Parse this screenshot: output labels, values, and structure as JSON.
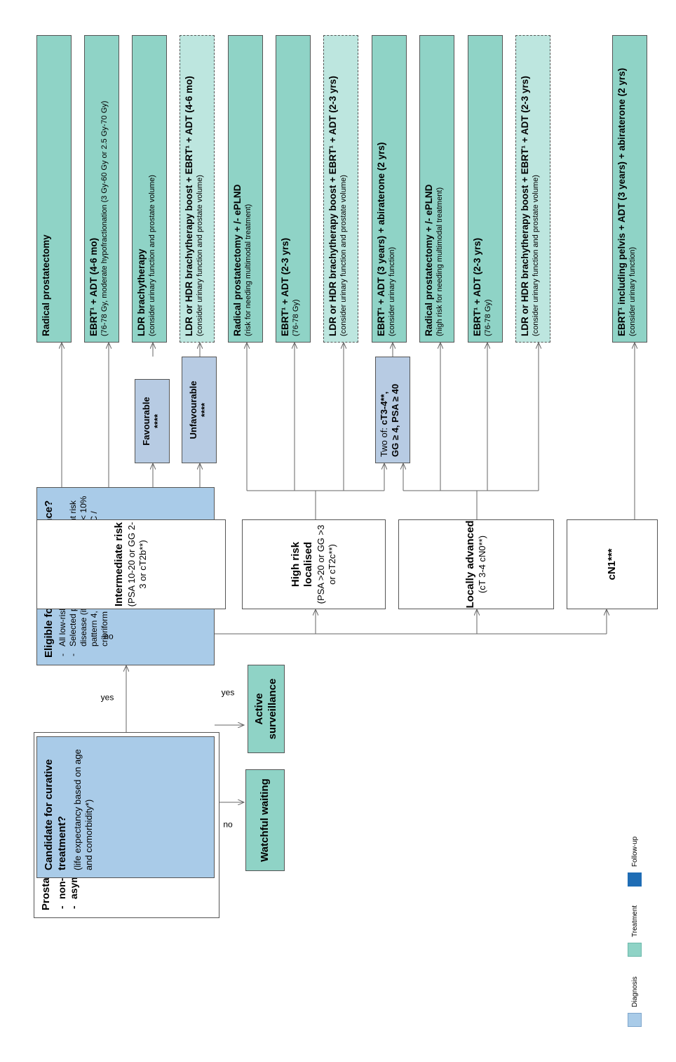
{
  "start": {
    "title": "Prostate cancer adenocarcinoma",
    "items": [
      "non-metastasized (M0)",
      "asymptomatic disease"
    ]
  },
  "candidate": {
    "title": "Candidate for curative treatment?",
    "note": "(life expectancy based on age and comorbidity*)"
  },
  "watchful": "Watchful waiting",
  "eligible": {
    "title": "Eligible for active surveillance?",
    "items": [
      "All low-risk disease.",
      "Selected pts with ≤ 1 element of int risk disease (if GG2 in system. cores: < 10% pattern 4, ≤ 3 pos; no GG3, no IDC / cribriform growth)"
    ]
  },
  "active": "Active surveillance",
  "labels": {
    "yes1": "yes",
    "no1": "no",
    "yes2": "yes",
    "no2": "no"
  },
  "risk": {
    "intermediate": {
      "title": "Intermediate risk",
      "note": "(PSA 10-20 or GG 2-3 or cT2b**)"
    },
    "high": {
      "title": "High risk localised",
      "note": "(PSA >20 or GG >3 or cT2c**)"
    },
    "locally": {
      "title": "Locally advanced",
      "note": "(cT 3-4 cN0**)"
    },
    "cn1": {
      "title": "cN1***"
    }
  },
  "sub": {
    "fav": {
      "title": "Favourable",
      "stars": "****"
    },
    "unfav": {
      "title": "Unfavourable",
      "stars": "****"
    },
    "twoof": {
      "lead": "Two of: ",
      "bold1": "cT3-4**,",
      "bold2": "GG ≥ 4, PSA ≥ 40"
    }
  },
  "treatments": [
    {
      "main": "Radical prostatectomy",
      "sub": ""
    },
    {
      "main": "EBRT¹ + ADT (4-6 mo)",
      "sub": "(76-78 Gy, moderate hypofractionation (3 Gy-60 Gy or 2.5 Gy-70 Gy)"
    },
    {
      "main": "LDR brachytherapy",
      "sub": "(consider urinary function and prostate volume)"
    },
    {
      "main": "LDR or HDR brachytherapy boost + EBRT¹ + ADT (4-6 mo)",
      "sub": "(consider urinary function and prostate volume)"
    },
    {
      "main": "Radical prostatectomy + /- ePLND",
      "sub": "(risk for needing multimodal treatment)"
    },
    {
      "main": "EBRT¹ + ADT (2-3 yrs)",
      "sub": "(76-78 Gy)"
    },
    {
      "main": "LDR or HDR brachytherapy boost + EBRT¹ + ADT (2-3 yrs)",
      "sub": "(consider urinary function and prostate volume)"
    },
    {
      "main": "EBRT¹ + ADT (3 years) + abiraterone (2 yrs)",
      "sub": "(consider urinary function)"
    },
    {
      "main": "Radical prostatectomy + /- ePLND",
      "sub": "(high risk for needing multimodal treatment)"
    },
    {
      "main": "EBRT¹ + ADT (2-3 yrs)",
      "sub": "(76-78 Gy)"
    },
    {
      "main": "LDR or HDR brachytherapy boost + EBRT¹ + ADT (2-3 yrs)",
      "sub": "(consider urinary function and prostate volume)"
    },
    {
      "main": "EBRT¹ including pelvis + ADT (3 years) + abiraterone (2 yrs)",
      "sub": "(consider urinary function)"
    }
  ],
  "legend": {
    "diagnosis": "Diagnosis",
    "treatment": "Treatment",
    "followup": "Follow-up",
    "colors": {
      "diagnosis": "#a9cbe8",
      "treatment": "#8fd3c6",
      "followup": "#1f6db5"
    }
  }
}
